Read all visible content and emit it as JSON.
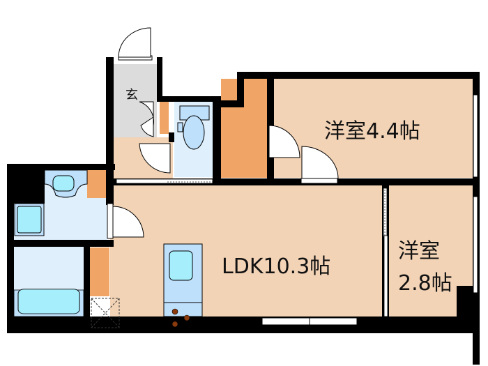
{
  "floor_plan": {
    "rooms": [
      {
        "id": "genkan",
        "label": "玄",
        "type": "entrance"
      },
      {
        "id": "western-1",
        "label": "洋室4.4帖",
        "type": "bedroom"
      },
      {
        "id": "ldk",
        "label": "LDK10.3帖",
        "type": "living-dining-kitchen"
      },
      {
        "id": "western-2",
        "label_line1": "洋室",
        "label_line2": "2.8帖",
        "type": "bedroom"
      },
      {
        "id": "toilet",
        "type": "toilet"
      },
      {
        "id": "washroom",
        "type": "washroom"
      },
      {
        "id": "bathroom",
        "type": "bathroom"
      }
    ],
    "labels": {
      "genkan": "玄",
      "western1": "洋室4.4帖",
      "ldk": "LDK10.3帖",
      "western2_line1": "洋室",
      "western2_line2": "2.8帖"
    },
    "colors": {
      "wall": "#000000",
      "room_floor": "#f2d3b6",
      "storage": "#f0a566",
      "entrance": "#dcdcdc",
      "wet_area": "#dff0fc",
      "fixture": "#a6eefc",
      "fixture_alt": "#bfe0fb",
      "stove_burner": "#8a3b0e"
    }
  }
}
